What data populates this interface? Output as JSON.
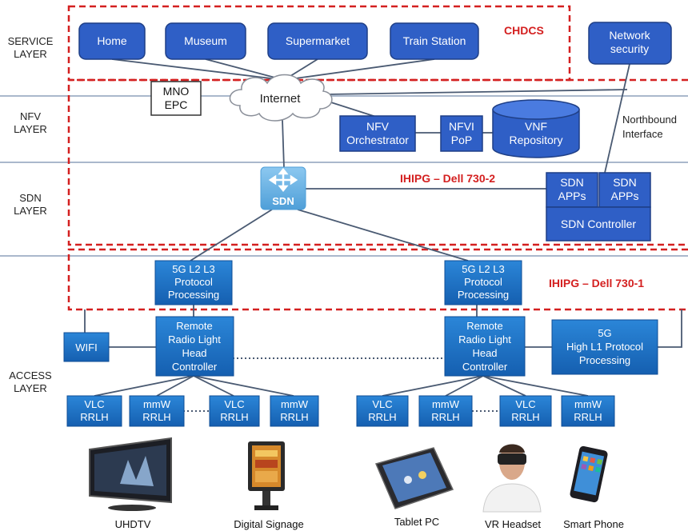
{
  "layers": {
    "service": [
      "SERVICE",
      "LAYER"
    ],
    "nfv": [
      "NFV",
      "LAYER"
    ],
    "sdn": [
      "SDN",
      "LAYER"
    ],
    "access": [
      "ACCESS",
      "LAYER"
    ]
  },
  "services": {
    "home": "Home",
    "museum": "Museum",
    "supermarket": "Supermarket",
    "train_station": "Train Station",
    "network_security": [
      "Network",
      "security"
    ]
  },
  "region_labels": {
    "chdcs": "CHDCS",
    "ihipg2": "IHIPG – Dell 730-2",
    "ihipg1": "IHIPG – Dell 730-1"
  },
  "core": {
    "mno_epc": [
      "MNO",
      "EPC"
    ],
    "internet": "Internet",
    "nfv_orchestrator": [
      "NFV",
      "Orchestrator"
    ],
    "nfvi_pop": [
      "NFVI",
      "PoP"
    ],
    "vnf_repository": [
      "VNF",
      "Repository"
    ],
    "northbound_interface": [
      "Northbound",
      "Interface"
    ],
    "sdn_icon_label": "SDN",
    "sdn_apps": [
      "SDN",
      "APPs"
    ],
    "sdn_controller": "SDN Controller"
  },
  "access": {
    "protocol_processing": [
      "5G L2 L3",
      "Protocol",
      "Processing"
    ],
    "rrlh_controller": [
      "Remote",
      "Radio Light",
      "Head",
      "Controller"
    ],
    "wifi": "WIFI",
    "high_l1": [
      "5G",
      "High L1  Protocol",
      "Processing"
    ],
    "vlc_rrlh": [
      "VLC",
      "RRLH"
    ],
    "mmw_rrlh": [
      "mmW",
      "RRLH"
    ]
  },
  "devices": {
    "uhdtv": "UHDTV",
    "digital_signage": "Digital Signage",
    "tablet_pc": "Tablet PC",
    "vr_headset": "VR Headset",
    "smart_phone": "Smart Phone"
  },
  "colors": {
    "box_fill": "#2f5fc6",
    "box_border": "#1f3f86",
    "access_fill": "#1b73c8",
    "sdn_icon": "#6fb6e6",
    "red_dash": "#d42020",
    "layer_line": "#aab8cc",
    "link": "#4a5a72"
  }
}
